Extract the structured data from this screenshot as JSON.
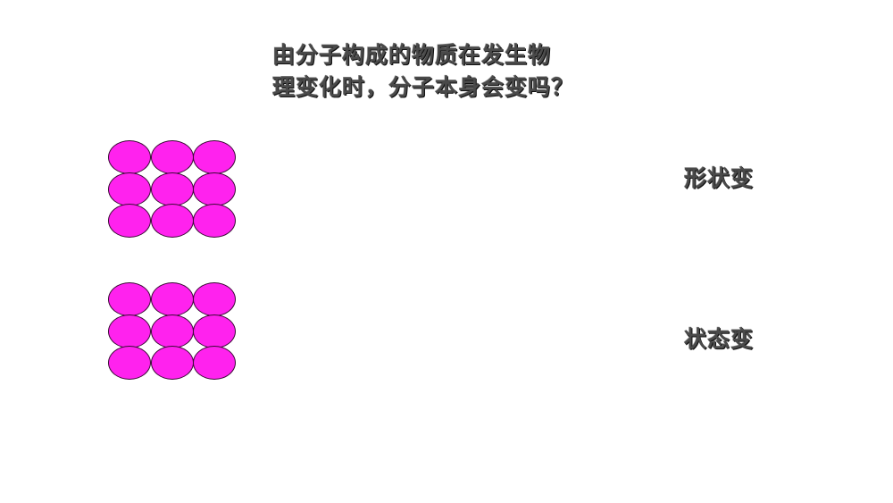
{
  "title": {
    "line1": "由分子构成的物质在发生物",
    "line2": "理变化时，分子本身会变吗？"
  },
  "molecule_color": "#ff22ee",
  "groups": [
    {
      "label": "形状变",
      "rows": 3,
      "cols": 3
    },
    {
      "label": "状态变",
      "rows": 3,
      "cols": 3
    }
  ]
}
